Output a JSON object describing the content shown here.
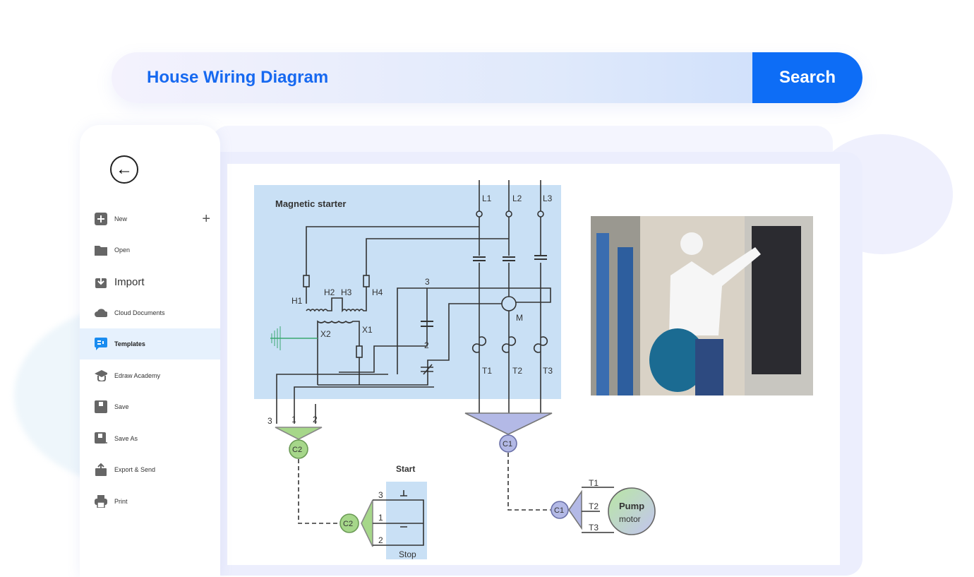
{
  "search": {
    "query": "House Wiring Diagram",
    "button": "Search"
  },
  "sidebar": {
    "items": [
      {
        "label": "New",
        "icon": "plus-square-icon"
      },
      {
        "label": "Open",
        "icon": "folder-icon"
      },
      {
        "label": "Import",
        "icon": "import-icon"
      },
      {
        "label": "Cloud Documents",
        "icon": "cloud-icon"
      },
      {
        "label": "Templates",
        "icon": "templates-icon"
      },
      {
        "label": "Edraw Academy",
        "icon": "graduation-cap-icon"
      },
      {
        "label": "Save",
        "icon": "save-icon"
      },
      {
        "label": "Save As",
        "icon": "save-as-icon"
      },
      {
        "label": "Export & Send",
        "icon": "export-icon"
      },
      {
        "label": "Print",
        "icon": "print-icon"
      }
    ],
    "new_plus": "+"
  },
  "diagram": {
    "title": "Magnetic starter",
    "L1": "L1",
    "L2": "L2",
    "L3": "L3",
    "T1": "T1",
    "T2": "T2",
    "T3": "T3",
    "M": "M",
    "H1": "H1",
    "H2": "H2",
    "H3": "H3",
    "H4": "H4",
    "X1": "X1",
    "X2": "X2",
    "n3": "3",
    "n2": "2",
    "c2": "C2",
    "c1": "C1",
    "p3": "3",
    "p1": "1",
    "p2": "2",
    "s3": "3",
    "s1": "1",
    "s2": "2",
    "start": "Start",
    "stop": "Stop",
    "mT1": "T1",
    "mT2": "T2",
    "mT3": "T3",
    "pump": "Pump",
    "motor": "motor"
  },
  "colors": {
    "accent": "#0d6df6",
    "diagram_bg": "#c9e0f5",
    "c2": "#a6d78a",
    "c1": "#b3b9e6"
  }
}
